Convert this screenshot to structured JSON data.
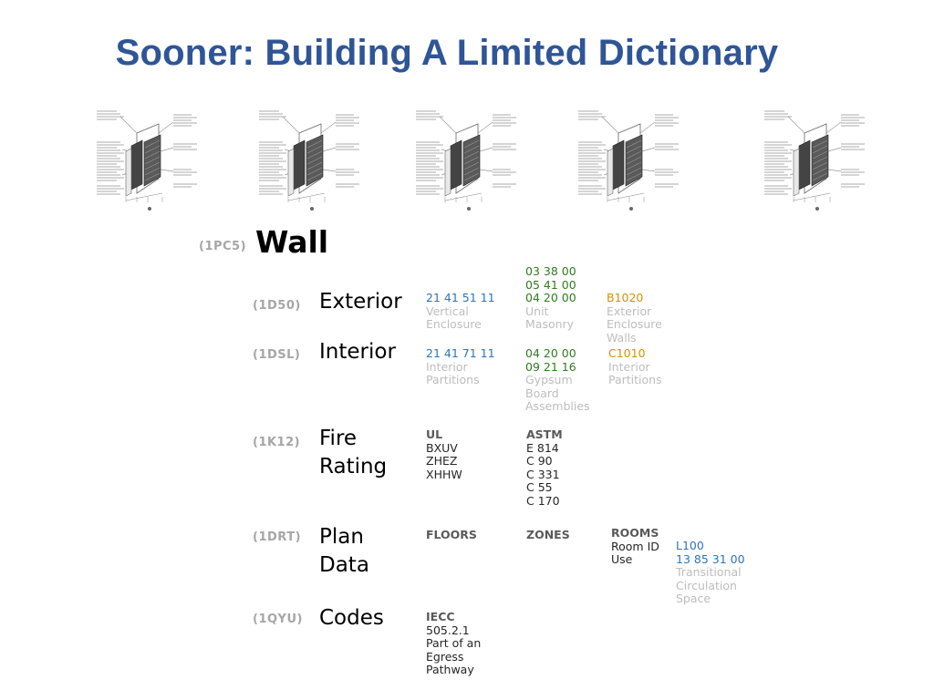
{
  "title": "Sooner: Building A Limited Dictionary",
  "wall": {
    "code": "(1PC5)",
    "label": "Wall"
  },
  "exterior": {
    "code": "(1D50)",
    "label": "Exterior",
    "omni_code": "21 41 51 11",
    "omni_desc": [
      "Vertical",
      "Enclosure"
    ],
    "master_codes": [
      "03 38 00",
      "05 41 00",
      "04 20 00"
    ],
    "master_desc": [
      "Unit",
      "Masonry"
    ],
    "uniformat_code": "B1020",
    "uniformat_desc": [
      "Exterior",
      "Enclosure",
      "Walls"
    ]
  },
  "interior": {
    "code": "(1DSL)",
    "label": "Interior",
    "omni_code": "21 41 71 11",
    "omni_desc": [
      "Interior",
      "Partitions"
    ],
    "master_codes": [
      "04 20 00",
      "09 21 16"
    ],
    "master_desc": [
      "Gypsum",
      "Board",
      "Assemblies"
    ],
    "uniformat_code": "C1010",
    "uniformat_desc": [
      "Interior",
      "Partitions"
    ]
  },
  "fire_rating": {
    "code": "(1K12)",
    "label": [
      "Fire",
      "Rating"
    ],
    "ul_header": "UL",
    "ul_items": [
      "BXUV",
      "ZHEZ",
      "XHHW"
    ],
    "astm_header": "ASTM",
    "astm_items": [
      "E 814",
      "C 90",
      "C 331",
      "C 55",
      "C 170"
    ]
  },
  "plan_data": {
    "code": "(1DRT)",
    "label": [
      "Plan",
      "Data"
    ],
    "floors": "FLOORS",
    "zones": "ZONES",
    "rooms_header": "ROOMS",
    "rooms_items": [
      "Room ID",
      "Use"
    ],
    "room_id": "L100",
    "room_use_code": "13 85 31 00",
    "room_use_desc": [
      "Transitional",
      "Circulation",
      "Space"
    ]
  },
  "codes": {
    "code": "(1QYU)",
    "label": "Codes",
    "iecc_header": "IECC",
    "iecc_items": [
      "505.2.1",
      "Part of an",
      "Egress",
      "Pathway"
    ]
  },
  "colors": {
    "title": "#2f5597",
    "blue": "#2e75b6",
    "green": "#2e7d1e",
    "orange": "#d29300",
    "gray": "#bdbdbd"
  }
}
